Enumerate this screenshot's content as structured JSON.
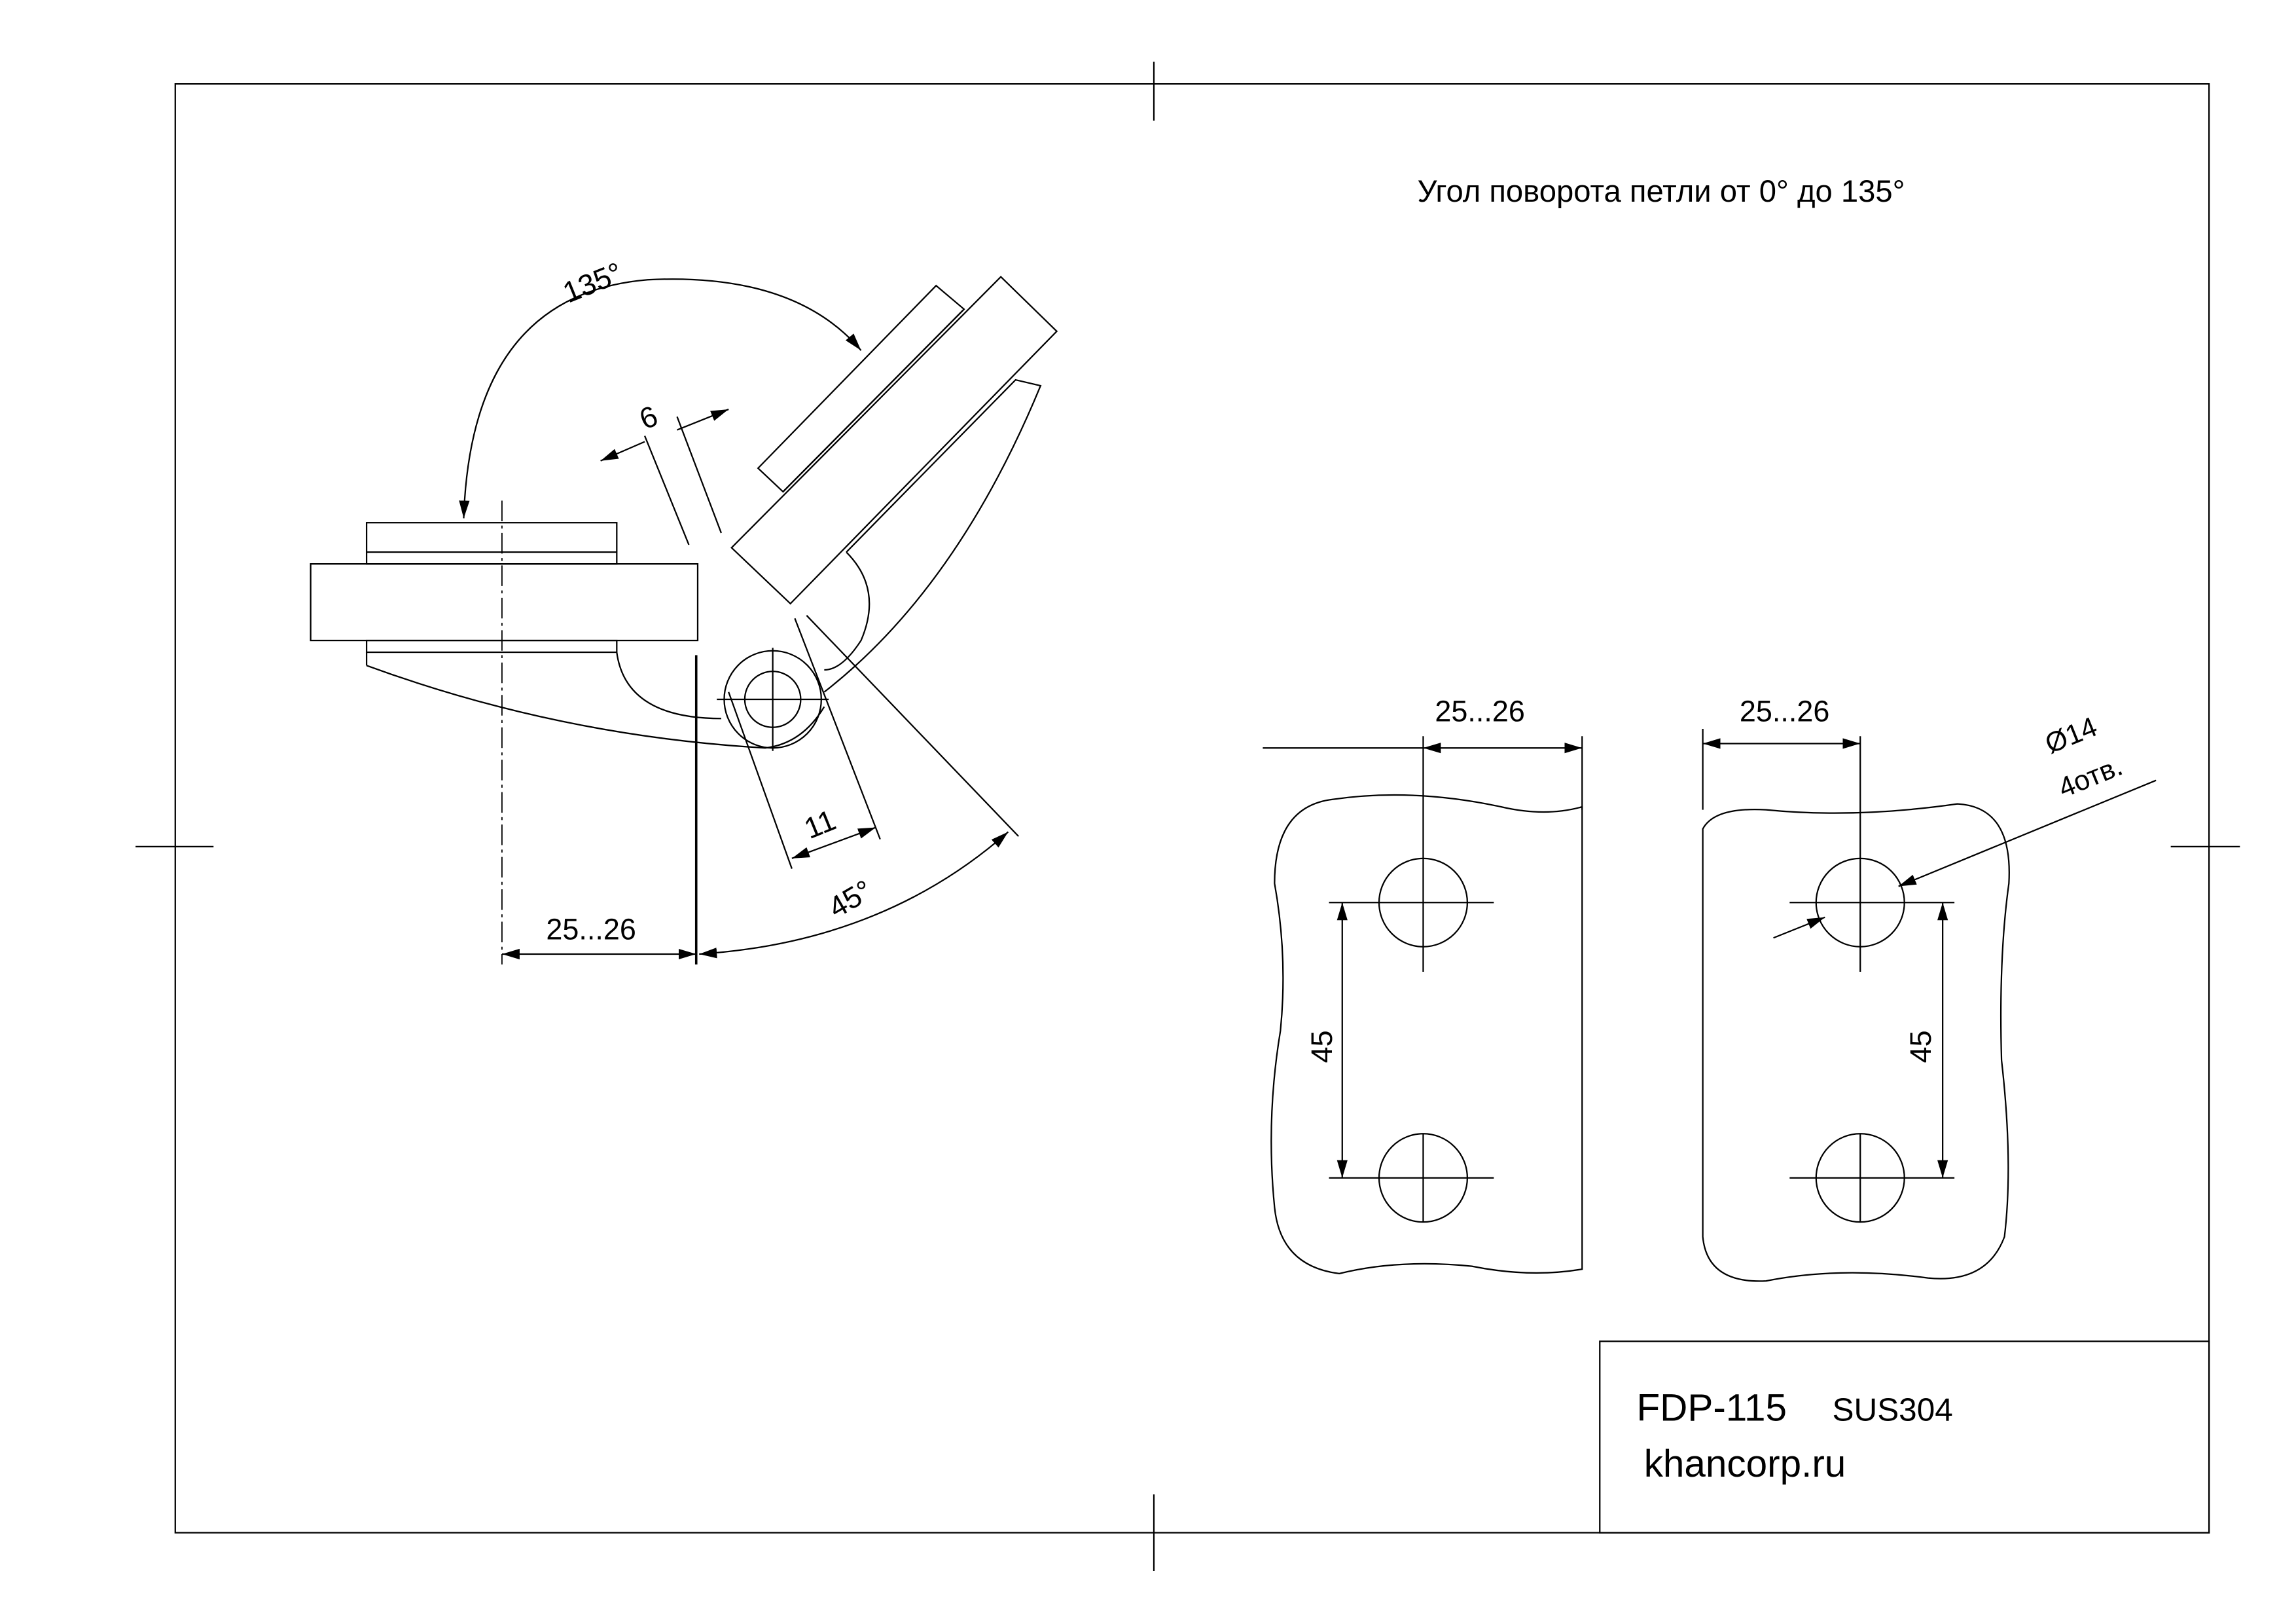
{
  "header": {
    "rotation_note": "Угол поворота петли от 0° до 135°"
  },
  "hinge_view": {
    "angle_open": "135°",
    "angle_offset": "45°",
    "dim_gap": "6",
    "dim_knuckle": "11",
    "dim_offset": "25...26"
  },
  "plate_left": {
    "dim_width": "25...26",
    "dim_hole_spacing": "45"
  },
  "plate_right": {
    "dim_width": "25...26",
    "dim_hole_spacing": "45",
    "hole_diameter": "Ø14",
    "hole_count": "4отв."
  },
  "title_block": {
    "model": "FDP-115",
    "material": "SUS304",
    "website": "khancorp.ru"
  }
}
